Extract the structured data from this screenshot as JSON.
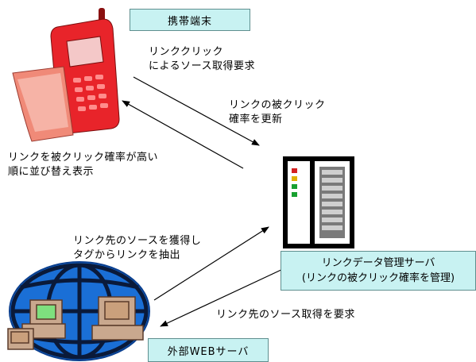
{
  "nodes": {
    "mobile": {
      "label": "携帯端末"
    },
    "server": {
      "label_line1": "リンクデータ管理サーバ",
      "label_line2": "(リンクの被クリック確率を管理)"
    },
    "web": {
      "label": "外部WEBサーバ"
    }
  },
  "notes": {
    "click_request": {
      "line1": "リンククリック",
      "line2": "によるソース取得要求"
    },
    "update_prob": {
      "line1": "リンクの被クリック",
      "line2": "確率を更新"
    },
    "sort_display": {
      "line1": "リンクを被クリック確率が高い",
      "line2": "順に並び替え表示"
    },
    "acquire_source": {
      "line1": "リンク先のソースを獲得し",
      "line2": "タグからリンクを抽出"
    },
    "request_source": {
      "line1": "リンク先のソース取得を要求"
    }
  },
  "colors": {
    "box_fill": "#c8f2f2",
    "phone_red": "#e8242a",
    "globe_blue": "#1a6fd6"
  },
  "icons": [
    "mobile-phone-icon",
    "server-icon",
    "globe-network-icon"
  ]
}
